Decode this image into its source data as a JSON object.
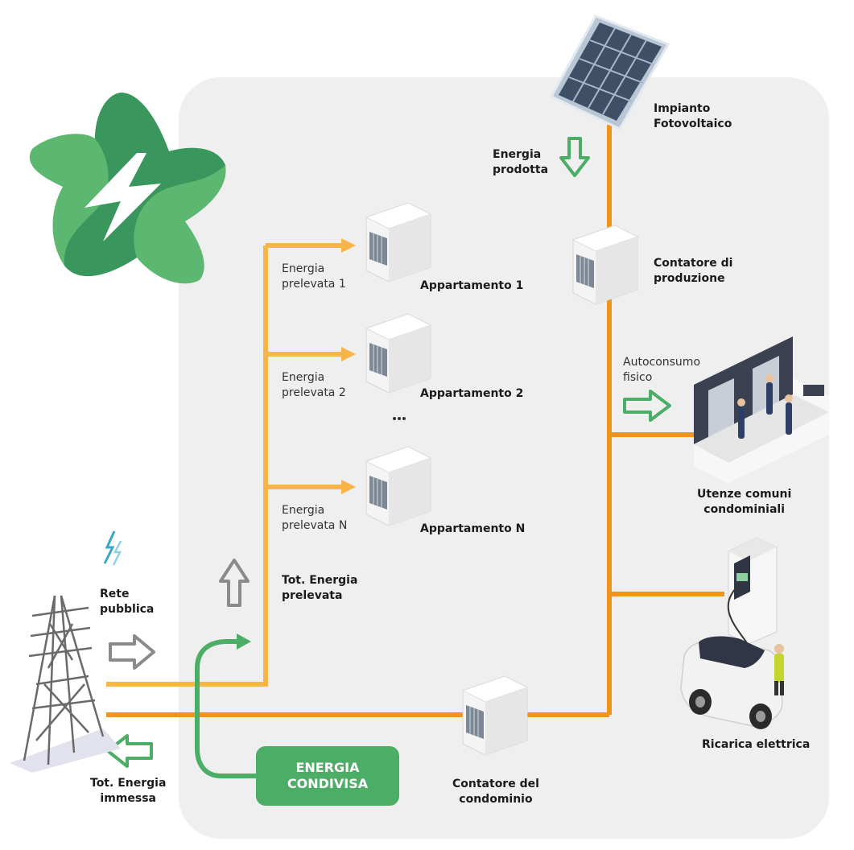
{
  "labels": {
    "impianto": "Impianto\nFotovoltaico",
    "energia_prodotta": "Energia\nprodotta",
    "contatore_produzione": "Contatore di\nproduzione",
    "prelevata_1": "Energia\nprelevata 1",
    "appartamento_1": "Appartamento 1",
    "prelevata_2": "Energia\nprelevata 2",
    "appartamento_2": "Appartamento 2",
    "ellipsis": "...",
    "prelevata_n": "Energia\nprelevata N",
    "appartamento_n": "Appartamento N",
    "autoconsumo": "Autoconsumo\nfisico",
    "utenze": "Utenze comuni\ncondominiali",
    "rete_pubblica": "Rete\npubblica",
    "tot_prelevata": "Tot. Energia\nprelevata",
    "ricarica": "Ricarica elettrica",
    "contatore_condominio": "Contatore del\ncondominio",
    "tot_immessa": "Tot. Energia\nimmessa",
    "energia_condivisa": "ENERGIA\nCONDIVISA"
  },
  "colors": {
    "panel_bg": "#efefef",
    "line_dark_orange": "#f0931f",
    "line_light_orange": "#f7b547",
    "green": "#4cae66",
    "grey_arrow": "#8a8a8a",
    "logo_dark_green": "#2e8b57",
    "logo_light_green": "#5cb870"
  },
  "icons": {
    "logo": "green-star-lightning-logo",
    "solar_panel": "solar-panel-icon",
    "meter": "electric-meter-icon",
    "pylon": "power-pylon-icon",
    "lightning": "lightning-icon",
    "building": "lobby-elevator-icon",
    "charger": "ev-charger-icon",
    "car": "electric-car-icon"
  }
}
